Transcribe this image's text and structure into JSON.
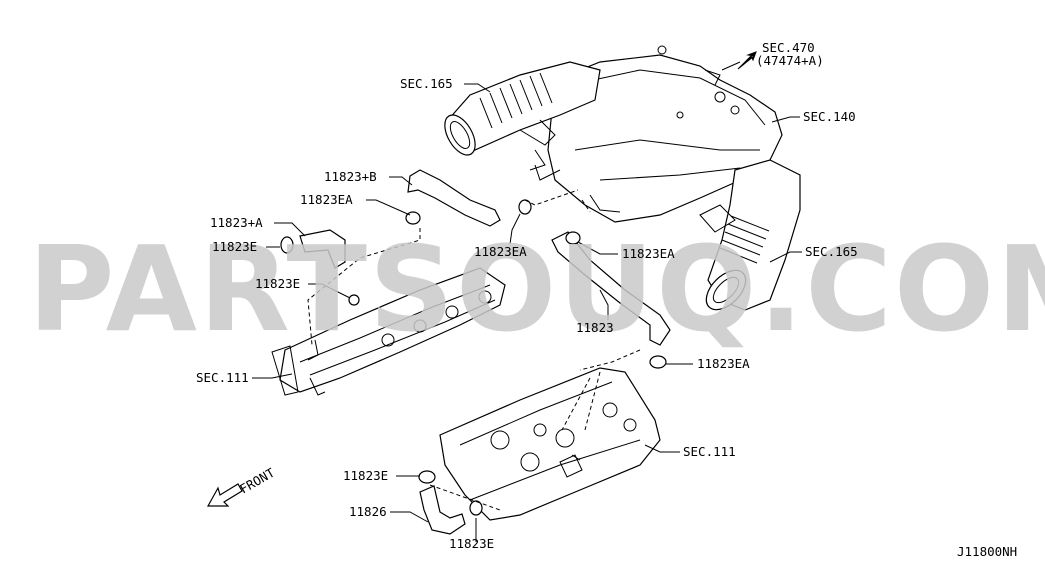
{
  "watermark": "PARTSOUQ.COM",
  "callouts": {
    "sec470": "SEC.470",
    "sec470_sub": "(47474+A)",
    "sec165_top": "SEC.165",
    "sec140": "SEC.140",
    "sec165_right": "SEC.165",
    "p11823b": "11823+B",
    "p11823ea_1": "11823EA",
    "p11823a": "11823+A",
    "p11823e_1": "11823E",
    "p11823e_2": "11823E",
    "p11823ea_2": "11823EA",
    "p11823ea_3": "11823EA",
    "p11823": "11823",
    "sec111_left": "SEC.111",
    "p11823ea_4": "11823EA",
    "sec111_right": "SEC.111",
    "p11823e_3": "11823E",
    "p11826": "11826",
    "p11823e_4": "11823E"
  },
  "front_label": "FRONT",
  "diagram_id": "J11800NH"
}
